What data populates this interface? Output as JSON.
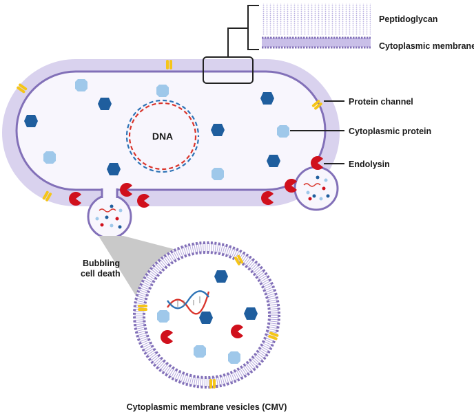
{
  "labels": {
    "peptidoglycan": "Peptidoglycan",
    "cytoplasmic_membrane": "Cytoplasmic membrane",
    "protein_channel": "Protein channel",
    "cytoplasmic_protein": "Cytoplasmic protein",
    "endolysin": "Endolysin",
    "dna": "DNA",
    "bubbling_line1": "Bubbling",
    "bubbling_line2": "cell death",
    "cmv": "Cytoplasmic membrane vesicles (CMV)"
  },
  "colors": {
    "wall": "#d9d2ee",
    "membrane": "#8270b8",
    "cytoplasm": "#f8f6fd",
    "channel": "#f5c518",
    "protein_dark": "#1f5e9e",
    "protein_light": "#9fc8ea",
    "endolysin": "#d0101c",
    "dna_red": "#d9342b",
    "dna_blue": "#2c72b5",
    "zoom_wedge": "#c9c9c9"
  }
}
